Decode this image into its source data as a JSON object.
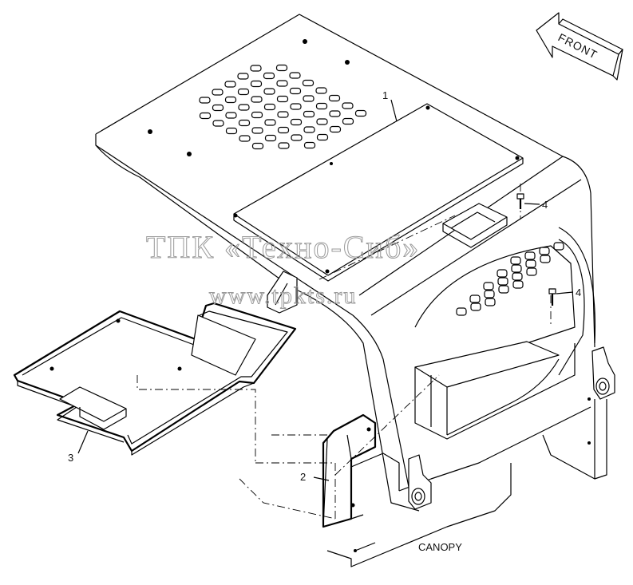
{
  "labels": {
    "front": "FRONT",
    "canopy": "CANOPY",
    "callout_1": "1",
    "callout_2": "2",
    "callout_3": "3",
    "callout_4a": "4",
    "callout_4b": "4"
  },
  "watermark": {
    "title": "ТПК «Техно-Сиб»",
    "url": "www.tpkts.ru"
  }
}
